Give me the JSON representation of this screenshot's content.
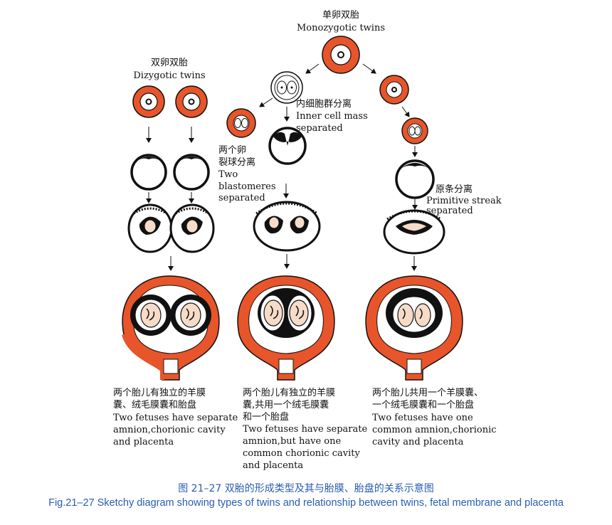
{
  "colors": {
    "uterus": "#e8552a",
    "egg": "#e8552a",
    "fetus": "#f6dcc8",
    "ink": "#111111",
    "caption": "#2a5db0"
  },
  "labels": {
    "mono_zh": "单卵双胎",
    "mono_en": "Monozygotic twins",
    "di_zh": "双卵双胎",
    "di_en": "Dizygotic twins",
    "icm_zh": "内细胞群分离",
    "icm_en1": "Inner cell mass",
    "icm_en2": "separated",
    "blast_zh1": "两个卵",
    "blast_zh2": "裂球分离",
    "blast_en1": "Two",
    "blast_en2": "blastomeres",
    "blast_en3": "separated",
    "ps_zh": "原条分离",
    "ps_en1": "Primitive streak",
    "ps_en2": "separated"
  },
  "descriptions": {
    "left": {
      "zh1": "两个胎儿有独立的羊膜",
      "zh2": "囊、绒毛膜囊和胎盘",
      "en1": "Two fetuses have separate",
      "en2": "amnion,chorionic cavity",
      "en3": "and placenta"
    },
    "middle": {
      "zh1": "两个胎儿有独立的羊膜",
      "zh2": "囊,共用一个绒毛膜囊",
      "zh3": "和一个胎盘",
      "en1": "Two fetuses have separate",
      "en2": "amnion,but have one",
      "en3": "common chorionic cavity",
      "en4": "and placenta"
    },
    "right": {
      "zh1": "两个胎儿共用一个羊膜囊、",
      "zh2": "一个绒毛膜囊和一个胎盘",
      "en1": "Two fetuses have one",
      "en2": "common amnion,chorionic",
      "en3": "cavity and placenta"
    }
  },
  "caption": {
    "zh": "图 21–27   双胎的形成类型及其与胎膜、胎盘的关系示意图",
    "en": "Fig.21–27   Sketchy diagram showing types of twins and relationship between twins, fetal membrane and placenta"
  }
}
